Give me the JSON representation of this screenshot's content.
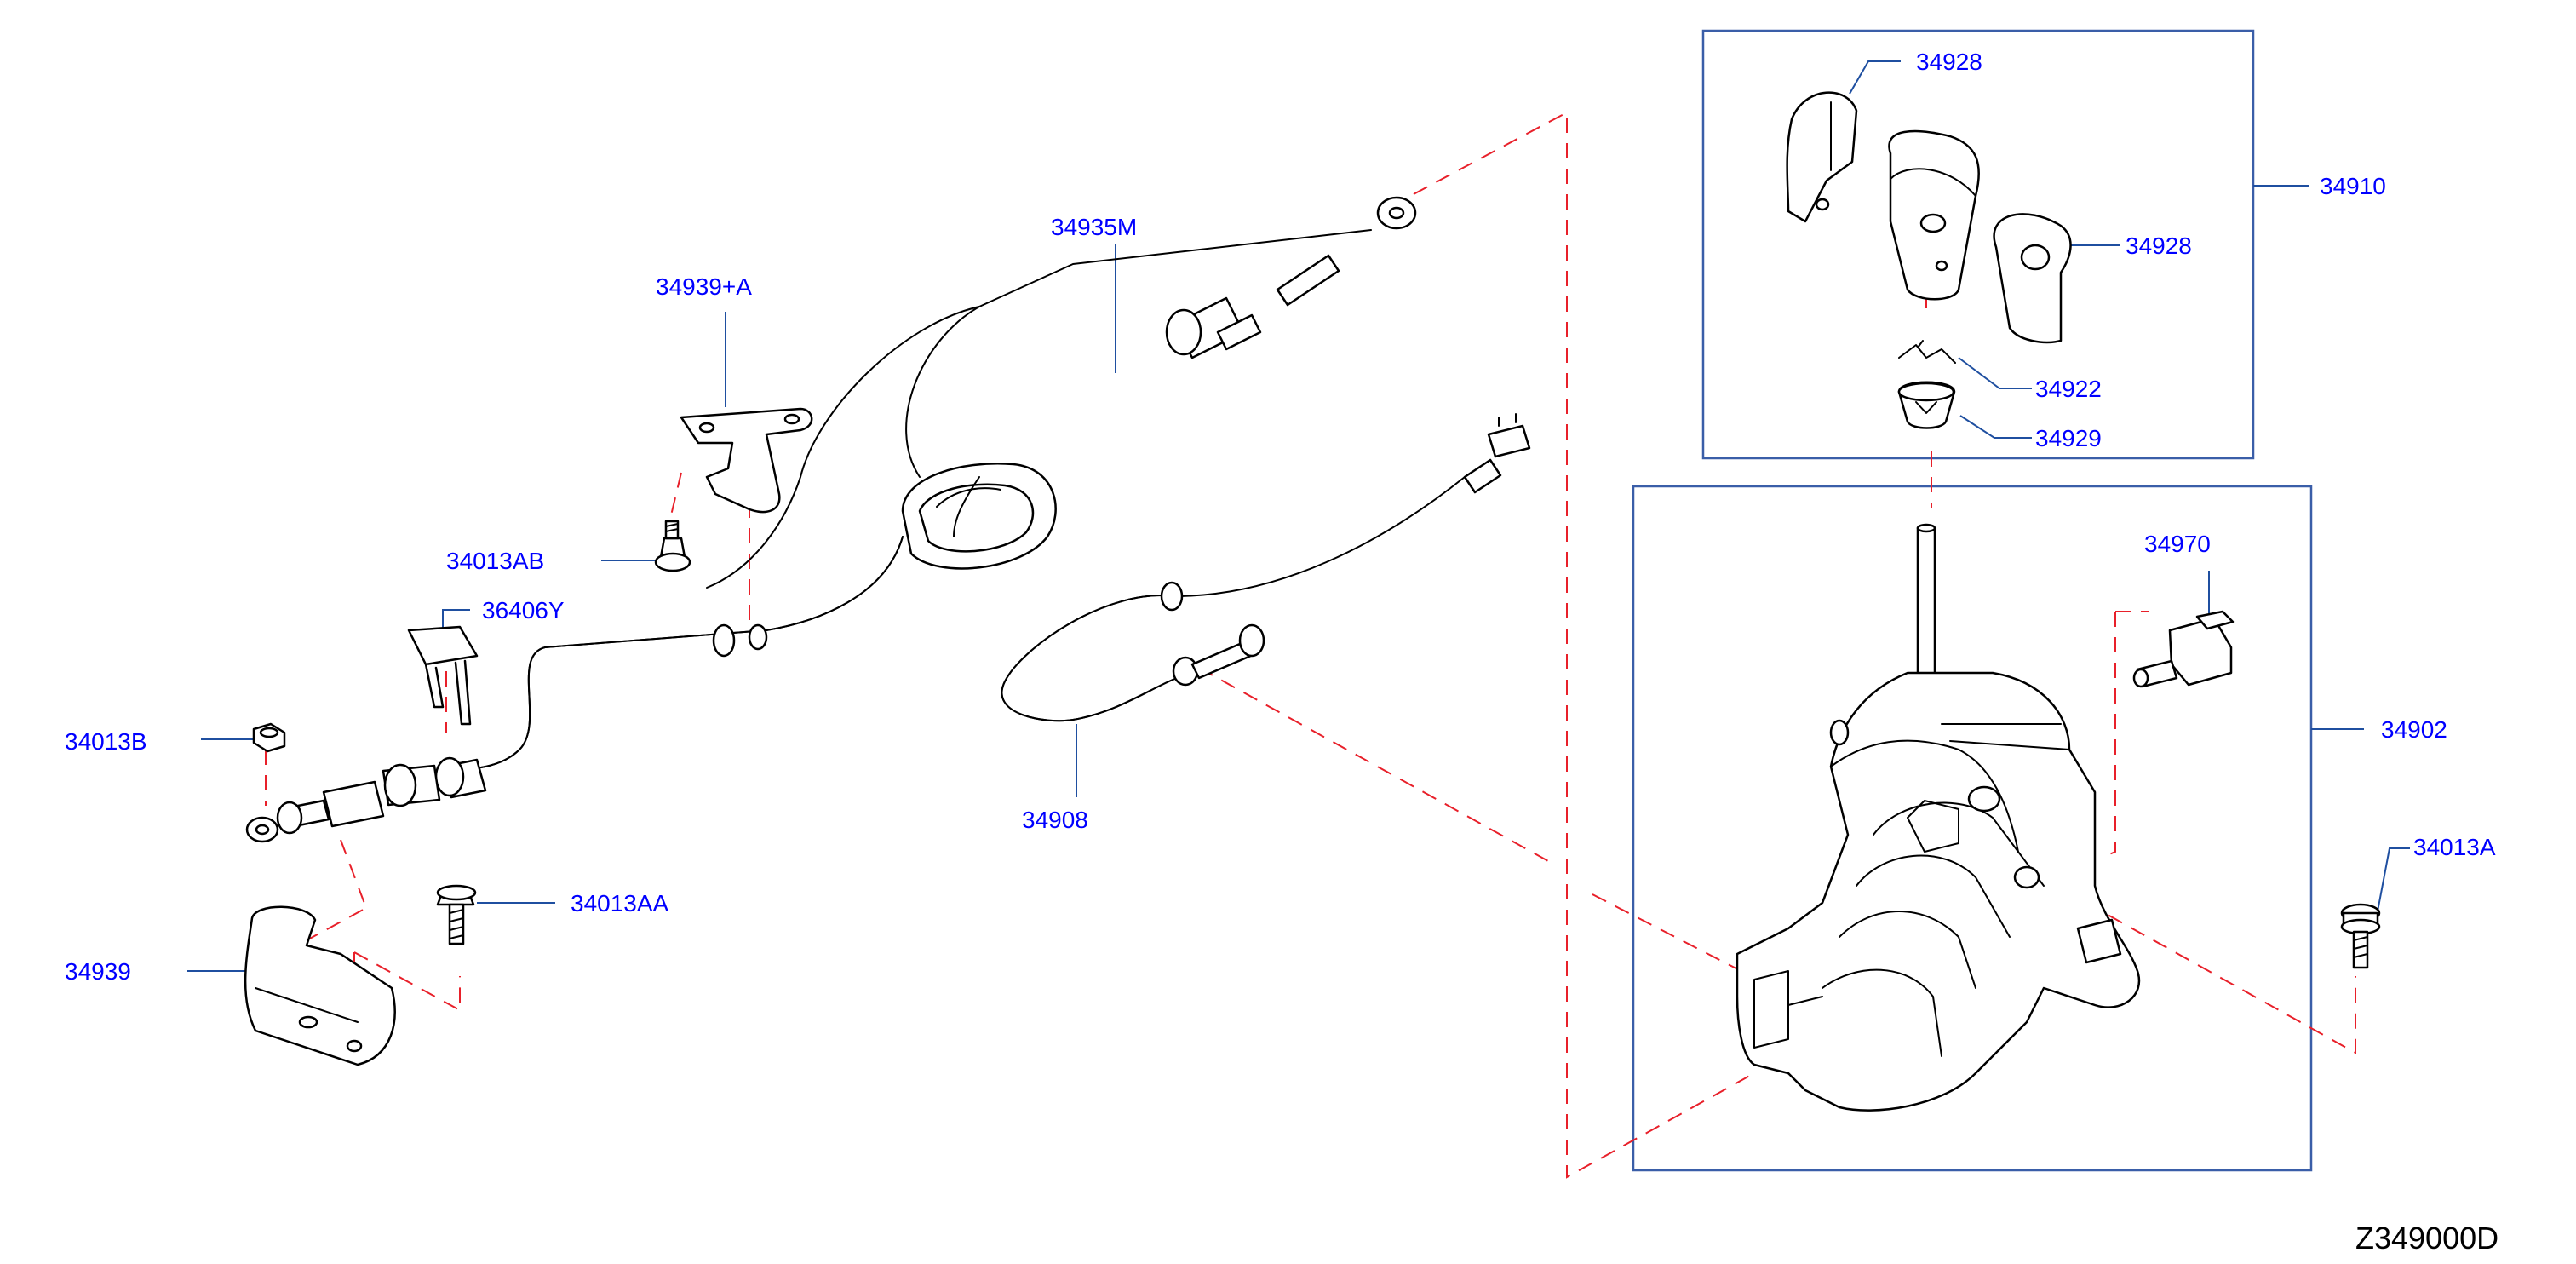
{
  "diagram": {
    "drawing_code": "Z349000D",
    "callouts": {
      "p34935M": "34935M",
      "p34939A": "34939+A",
      "p34013AB": "34013AB",
      "p36406Y": "36406Y",
      "p34013B": "34013B",
      "p34013AA": "34013AA",
      "p34939": "34939",
      "p34908": "34908",
      "p34928_top": "34928",
      "p34928_right": "34928",
      "p34910": "34910",
      "p34922": "34922",
      "p34929": "34929",
      "p34970": "34970",
      "p34902": "34902",
      "p34013A": "34013A"
    },
    "colors": {
      "callout_text": "#0000ff",
      "leader_line": "#1f4fa0",
      "dashed_guide": "#e8202a",
      "part_outline": "#000000"
    }
  }
}
